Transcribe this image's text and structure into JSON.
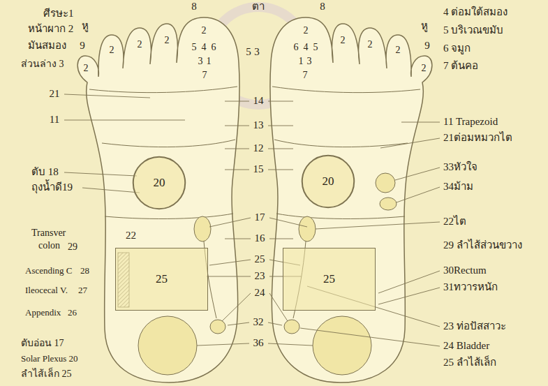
{
  "diagram": {
    "nodes": [
      {
        "text": [
          "20"
        ]
      },
      {
        "text": [
          "25"
        ]
      },
      {
        "text": [
          "20"
        ]
      },
      {
        "text": [
          "25"
        ]
      }
    ],
    "labels": [
      "ศีรษะ1",
      "หน้าผาก 2",
      "มันสมอง",
      "ส่วนล่าง 3",
      "21",
      "11",
      "ตับ 18",
      "ถุงน้ำดี19",
      "Transver",
      "colon",
      "29",
      "22",
      "Ascending C",
      "28",
      "Ileocecal V.",
      "27",
      "Appendix",
      "26",
      "ตับอ่อน 17",
      "Solar Plexus 20",
      "ลำไส้เล็ก 25",
      "8",
      "ตา",
      "8",
      "หู",
      "9",
      "2",
      "2",
      "2",
      "2",
      "2",
      "5",
      "4",
      "6",
      "3",
      "1",
      "7",
      "5",
      "3",
      "6",
      "4",
      "5",
      "1",
      "3",
      "7",
      "2",
      "2",
      "2",
      "2",
      "2",
      "9",
      "หู",
      "14",
      "13",
      "12",
      "15",
      "17",
      "16",
      "25",
      "23",
      "24",
      "32",
      "36",
      "4 ต่อมใต้สมอง",
      "5 บริเวณขมับ",
      "6 จมูก",
      "7 ต้นคอ",
      "11 Trapezoid",
      "21ต่อมหมวกไต",
      "33หัวใจ",
      "34ม้าม",
      "22ไต",
      "29 ลำไส้ส่วนขวาง",
      "30Rectum",
      "31ทวารหนัก",
      "23 ท่อปัสสาวะ",
      "24 Bladder",
      "25 ลำไส้เล็ก"
    ]
  }
}
